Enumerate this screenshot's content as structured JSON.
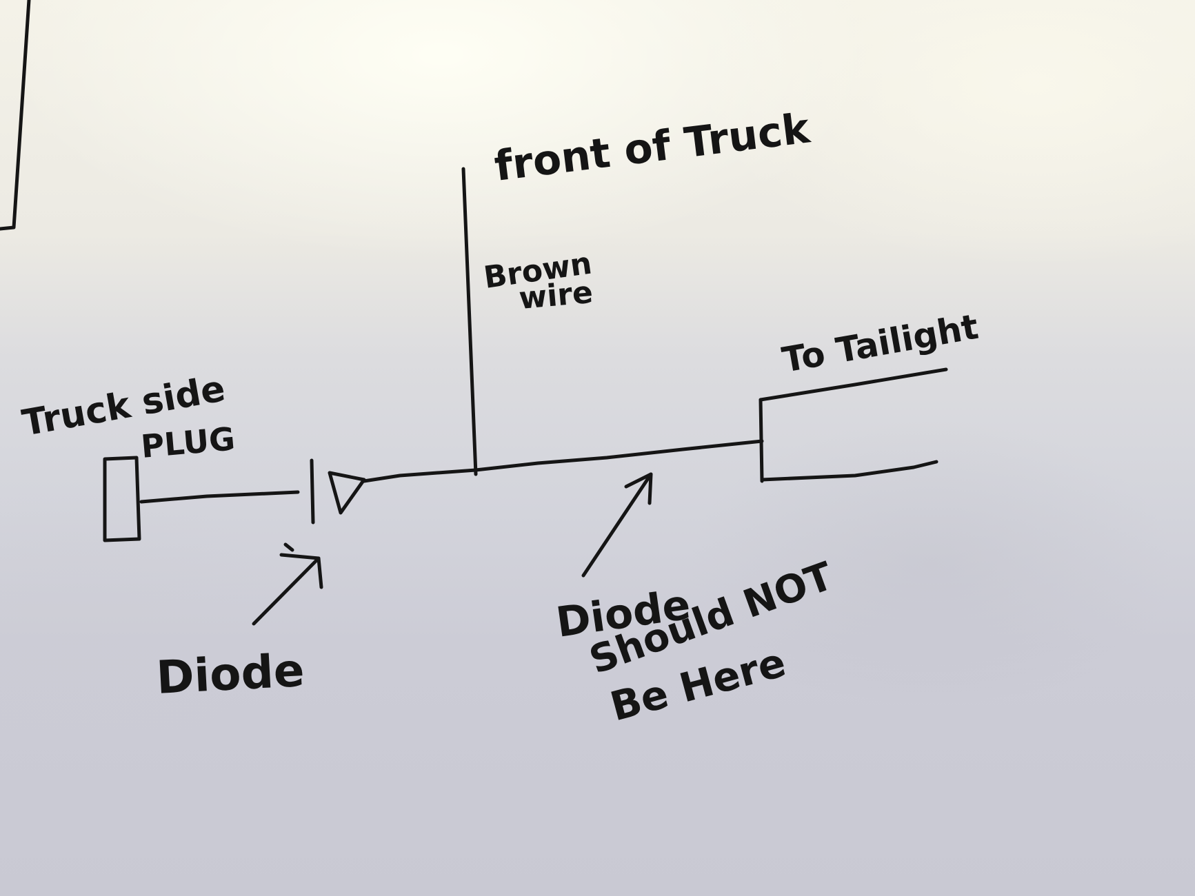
{
  "labels": {
    "front_of_truck": "front of Truck",
    "brown_line1": "Brown",
    "brown_line2": "wire",
    "to_taillight": "To Tailight",
    "truck_side_line1": "Truck side",
    "truck_side_line2": "PLUG",
    "diode": "Diode",
    "not_here_line1": "Diode",
    "not_here_line2": "Should NOT",
    "not_here_line3": "Be Here"
  },
  "colors": {
    "ink": "#151515",
    "paper": "#eceae3"
  }
}
